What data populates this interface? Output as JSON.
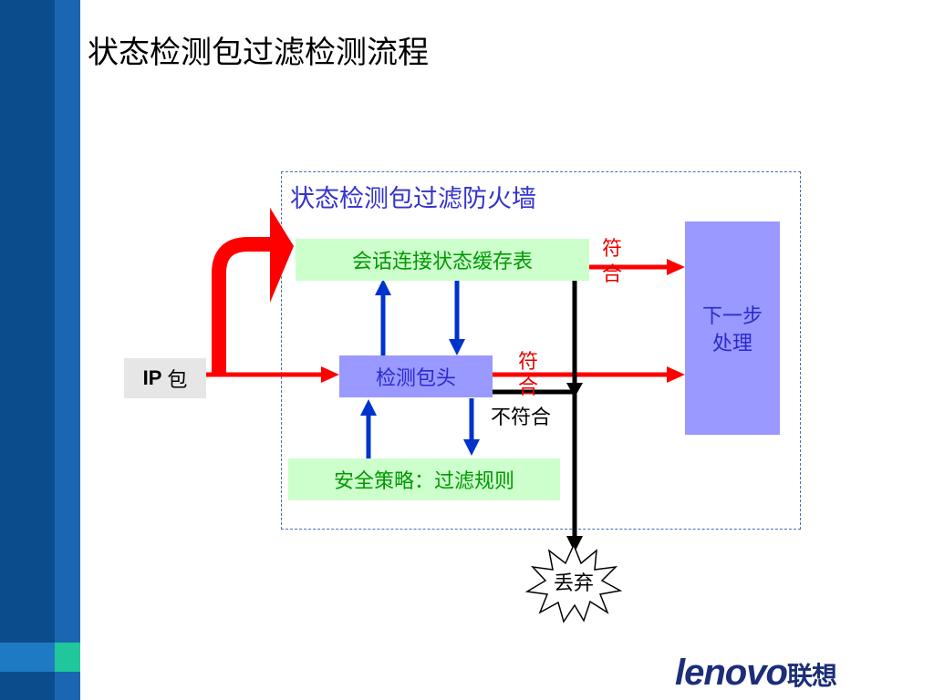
{
  "title": "状态检测包过滤检测流程",
  "firewall": {
    "title": "状态检测包过滤防火墙"
  },
  "nodes": {
    "session_table": "会话连接状态缓存表",
    "check_header": "检测包头",
    "security_policy": "安全策略：过滤规则",
    "next_step_line1": "下一步",
    "next_step_line2": "处理",
    "ip_packet_prefix": "IP",
    "ip_packet_suffix": "包",
    "discard": "丢弃"
  },
  "edge_labels": {
    "match_top_1": "符",
    "match_top_2": "合",
    "match_mid_1": "符",
    "match_mid_2": "合",
    "mismatch": "不符合"
  },
  "logo": {
    "brand": "lenovo",
    "cn": "联想"
  },
  "colors": {
    "flow_red": "#ff0000",
    "flow_blue": "#0033cc",
    "flow_black": "#000000",
    "node_green": "#ccffcc",
    "node_purple": "#9999ff",
    "sidebar": "#0b4d8c"
  }
}
